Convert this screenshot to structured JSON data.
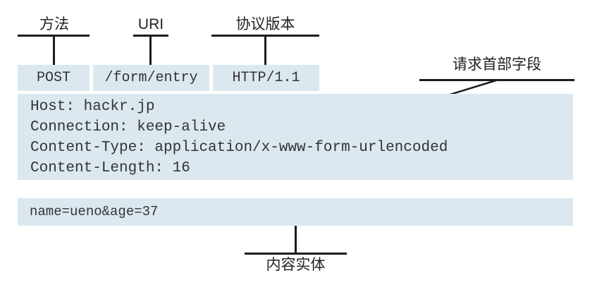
{
  "diagram": {
    "callouts": {
      "method": {
        "label": "方法"
      },
      "uri": {
        "label": "URI"
      },
      "protocol_version": {
        "label": "协议版本"
      },
      "request_header_fields": {
        "label": "请求首部字段"
      },
      "entity_body": {
        "label": "内容实体"
      }
    },
    "request_line": {
      "method": "POST",
      "uri": "/form/entry",
      "version": "HTTP/1.1"
    },
    "header_fields": [
      "Host: hackr.jp",
      "Connection: keep-alive",
      "Content-Type: application/x-www-form-urlencoded",
      "Content-Length: 16"
    ],
    "entity_body_text": "name=ueno&age=37",
    "colors": {
      "block_bg": "#dbe8ef",
      "line": "#1c1c1c",
      "mono_text": "#333333",
      "label_text": "#222222"
    }
  }
}
